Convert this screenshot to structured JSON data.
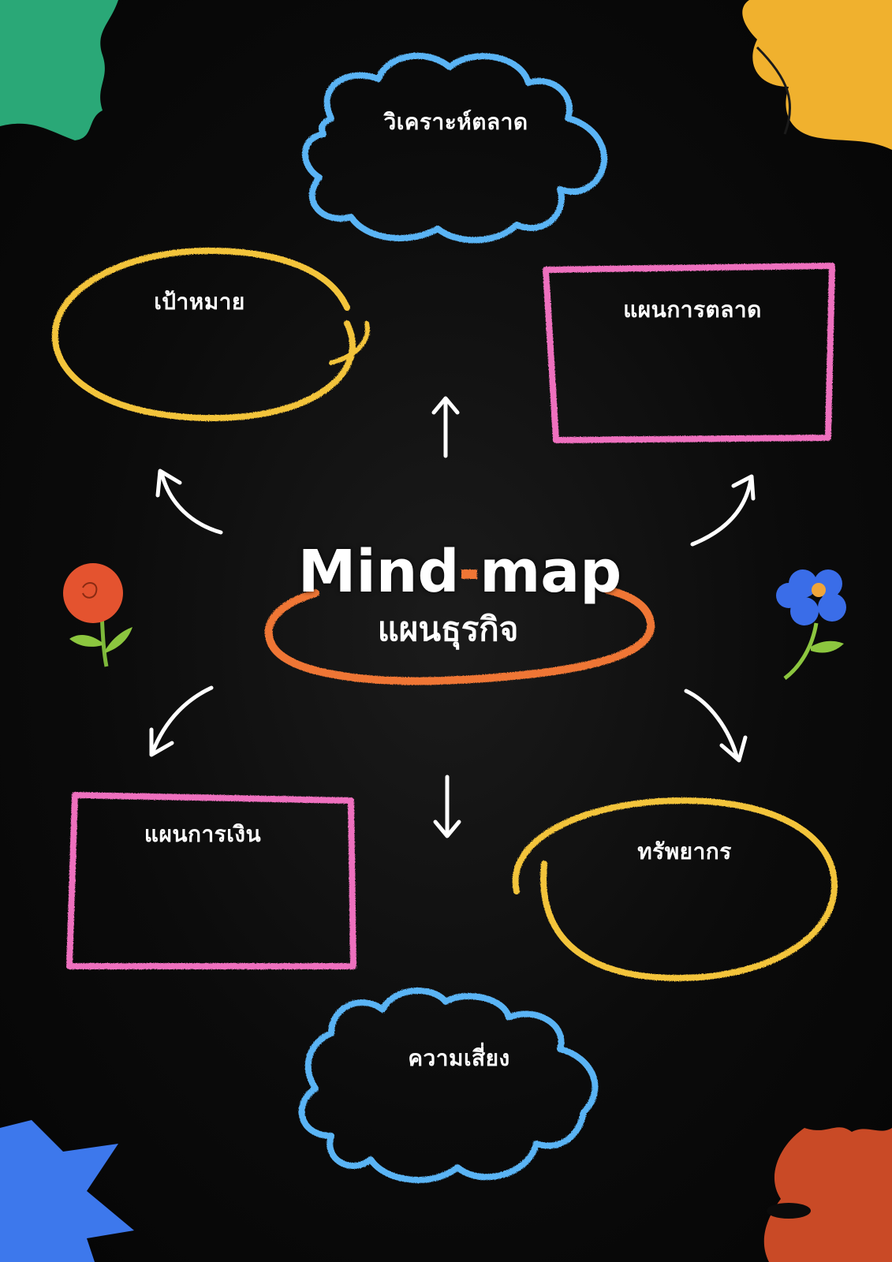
{
  "title": {
    "main": "Mind map",
    "sub": "แผนธุรกิจ"
  },
  "nodes": {
    "market_analysis": "วิเคราะห์ตลาด",
    "goals": "เป้าหมาย",
    "marketing_plan": "แผนการตลาด",
    "financial_plan": "แผนการเงิน",
    "resources": "ทรัพยากร",
    "risks": "ความเสี่ยง"
  },
  "colors": {
    "background": "#0b0b0b",
    "cloud_blue": "#5ab4f5",
    "ellipse_yellow": "#f3c43a",
    "rect_pink": "#ee6fbe",
    "center_orange": "#ef7634",
    "arrow_white": "#ffffff",
    "corner_green": "#2aa877",
    "corner_yellow": "#f0b12e",
    "corner_blue": "#3d78ec",
    "corner_red": "#c94a26"
  },
  "decorations": {
    "flowers": [
      "red-flower-icon",
      "blue-flower-icon"
    ],
    "corners": [
      "green-blob-icon",
      "yellow-flower-icon",
      "blue-star-icon",
      "red-leaf-icon"
    ]
  }
}
